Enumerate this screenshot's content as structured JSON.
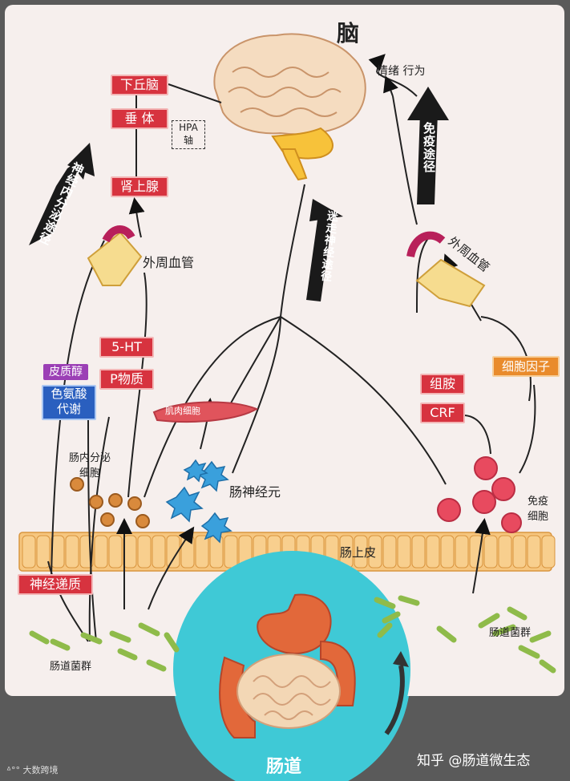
{
  "title": "脑",
  "top_right_label": "情绪  行为",
  "hpa_axis": {
    "items": [
      "下丘脑",
      "垂 体",
      "肾上腺"
    ],
    "label_line1": "HPA",
    "label_line2": "轴"
  },
  "arrows": {
    "neuroendocrine": "神经内分泌途径",
    "vagus": "迷走神经途径",
    "immune": "免疫途径"
  },
  "left_vessel": "外周血管",
  "right_vessel": "外周血管",
  "mediators_left": [
    "5-HT",
    "P物质"
  ],
  "cortisol": "皮质醇",
  "tryptophan": "色氨酸\n代谢",
  "muscle_cell": "肌肉细胞",
  "enteroendocrine": "肠内分泌\n细胞",
  "enteric_neuron": "肠神经元",
  "mediators_right": [
    "组胺",
    "CRF"
  ],
  "cytokine": "细胞因子",
  "immune_cell": "免疫\n细胞",
  "epithelium": "肠上皮",
  "neurotransmitter": "神经递质",
  "microbiota_left": "肠道菌群",
  "microbiota_right": "肠道菌群",
  "gut": "肠道",
  "watermark": "大数跨境",
  "credit": "知乎 @肠道微生态",
  "colors": {
    "red": "#d7333f",
    "orange": "#e98b2c",
    "teal": "#32c5d2",
    "blue": "#3aa0dc"
  }
}
